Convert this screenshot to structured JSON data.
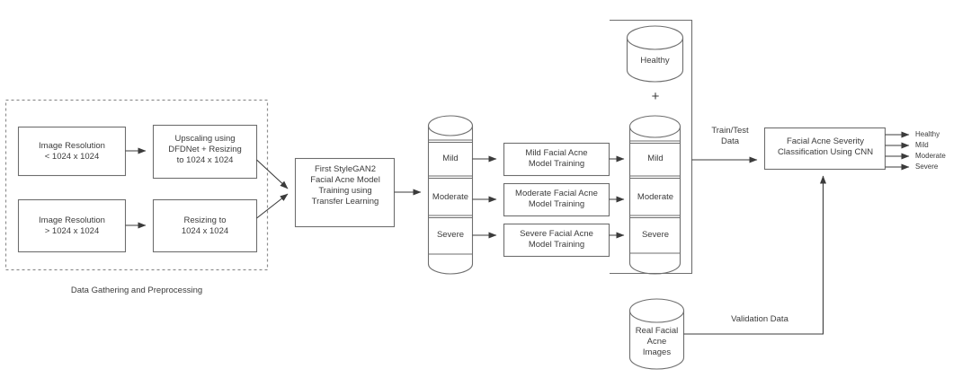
{
  "diagram": {
    "title_caption": "Data Gathering and Preprocessing",
    "colors": {
      "stroke": "#6e6e6e",
      "text": "#3b3b3b",
      "background": "#ffffff",
      "dashed_border": "#8f8f8f"
    }
  },
  "preprocessing": {
    "group_label": "Data Gathering and Preprocessing",
    "boxes": [
      {
        "id": "res-low",
        "label": "Image Resolution\n< 1024 x 1024"
      },
      {
        "id": "upscale",
        "label": "Upscaling using\nDFDNet + Resizing\nto 1024 x 1024"
      },
      {
        "id": "res-high",
        "label": "Image Resolution\n> 1024 x 1024"
      },
      {
        "id": "resize",
        "label": "Resizing  to\n1024 x 1024"
      }
    ]
  },
  "stylegan": {
    "label": "First StyleGAN2\nFacial Acne Model\nTraining using\nTransfer Learning"
  },
  "generated_db": {
    "name": "generated-severity-database",
    "sections": [
      "Mild",
      "Moderate",
      "Severe"
    ]
  },
  "training_boxes": [
    {
      "id": "mild-training",
      "label": "Mild Facial Acne\nModel Training"
    },
    {
      "id": "moderate-training",
      "label": "Moderate Facial Acne\nModel Training"
    },
    {
      "id": "severe-training",
      "label": "Severe Facial Acne\nModel Training"
    }
  ],
  "dataset_bundle": {
    "healthy_label": "Healthy",
    "plus_symbol": "+",
    "severity_sections": [
      "Mild",
      "Moderate",
      "Severe"
    ]
  },
  "edges": {
    "train_test": "Train/Test\nData",
    "validation": "Validation Data"
  },
  "classifier": {
    "label": "Facial Acne Severity\nClassification Using CNN"
  },
  "real_images_db": {
    "label": "Real Facial\nAcne\nImages"
  },
  "outputs": [
    {
      "label": "Healthy"
    },
    {
      "label": "Mild"
    },
    {
      "label": "Moderate"
    },
    {
      "label": "Severe"
    }
  ]
}
